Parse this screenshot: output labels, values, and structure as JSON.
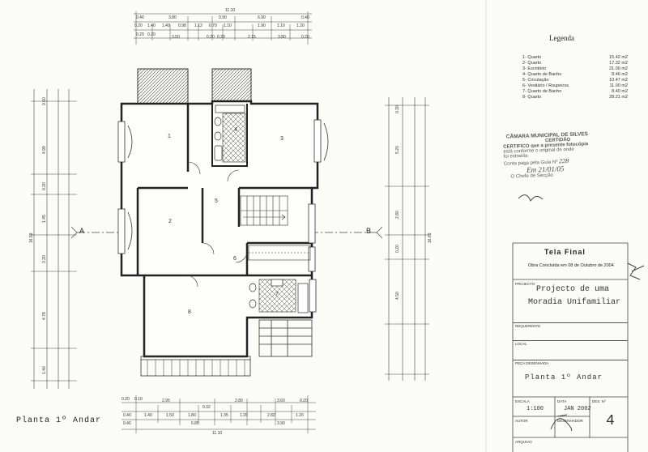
{
  "sheet": {
    "plan_label_left": "Planta 1º Andar",
    "legend": {
      "title": "Legenda",
      "rows": [
        {
          "text": "1-  Quarto",
          "area": "15.42 m2"
        },
        {
          "text": "2-  Quarto",
          "area": "17.32 m2"
        },
        {
          "text": "3-  Escritório",
          "area": "21.00 m2"
        },
        {
          "text": "4-  Quarto de Banho",
          "area": "8.46 m2"
        },
        {
          "text": "5-  Circulação",
          "area": "10.47 m2"
        },
        {
          "text": "6-  Vestiário / Roupeiros",
          "area": "11.00 m2"
        },
        {
          "text": "7-  Quarto de Banho",
          "area": "8.40 m2"
        },
        {
          "text": "8-  Quarto",
          "area": "28.21 m2"
        }
      ]
    },
    "stamp": {
      "line1": "CÂMARA MUNICIPAL DE SILVES",
      "line2": "CERTIDÃO",
      "line3": "CERTIFICO que a presente fotocópia",
      "line4": "está conforme o original de onde",
      "line5": "foi extraída.",
      "line6": "Conta paga pela Guia Nº",
      "guia_number": "228",
      "date_hand": "Em 21/01/05",
      "chefe": "O Chefe de Secção"
    },
    "title_block": {
      "heading": "Tela Final",
      "obra": "Obra Concluída em 08 de Outubro de 2004",
      "projecto_label": "PROJECTO",
      "projecto_line1": "Projecto de uma",
      "projecto_line2": "Moradia Unifamiliar",
      "requerente_label": "REQUERENTE",
      "local_label": "LOCAL",
      "peca_label": "PEÇA DESENHADA",
      "peca_value": "Planta 1º Andar",
      "escala_label": "ESCALA",
      "escala_value": "1:100",
      "data_label": "DATA",
      "data_value": "JAN 2002",
      "des_label": "DES. Nº",
      "des_value": "4",
      "autor_label": "AUTOR",
      "desenhador_label": "DESENHADOR",
      "arquivo_label": "ARQUIVO"
    },
    "section_labels": {
      "a": "A",
      "b": "B"
    },
    "rooms": [
      "1",
      "2",
      "3",
      "4",
      "5",
      "6",
      "7",
      "8"
    ],
    "dims_top_row1": [
      "0.40",
      "3.80",
      "0.90",
      "6.90",
      "0.40"
    ],
    "dims_top_row2": [
      "0.20",
      "1.40",
      "1.40",
      "0.98",
      "1.12",
      "0.70",
      "1.10",
      "1.90",
      "1.10",
      "1.20"
    ],
    "dims_top_row3": [
      "0.20",
      "0.20",
      "3.50",
      "0.20",
      "0.20",
      "2.15",
      "3.80",
      "0.20"
    ],
    "dims_top_total": "11.10",
    "dims_bottom_row1": [
      "0.20",
      "0.10",
      "2.95",
      "0.32",
      "2.80",
      "3.60",
      "0.20"
    ],
    "dims_bottom_row2": [
      "0.40",
      "1.40",
      "1.50",
      "1.80",
      "1.35",
      "1.20",
      "2.82",
      "1.20"
    ],
    "dims_bottom_row3": [
      "0.40",
      "6.85",
      "3.90"
    ],
    "dims_bottom_total": "11.10",
    "dims_left_outer": [
      "0.60",
      "4.99",
      "0.20",
      "1.45",
      "3.20",
      "4.78",
      "1.40"
    ],
    "dims_left_total": "16.69",
    "dims_right_outer": [
      "0.30",
      "5.20",
      "2.80",
      "0.20",
      "4.50"
    ],
    "dims_right_total": "16.69"
  }
}
